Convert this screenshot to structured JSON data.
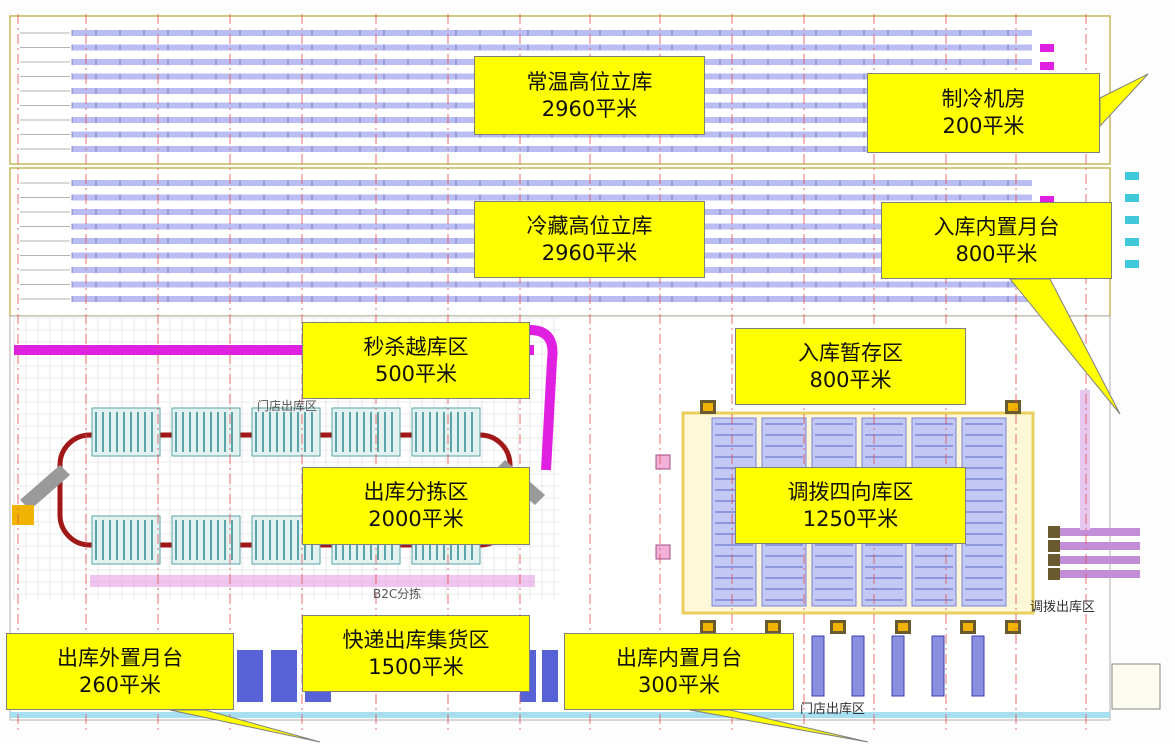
{
  "zones": [
    {
      "id": "ambient-high-bay",
      "name": "常温高位立库",
      "area": "2960平米"
    },
    {
      "id": "refrigeration-room",
      "name": "制冷机房",
      "area": "200平米"
    },
    {
      "id": "cold-high-bay",
      "name": "冷藏高位立库",
      "area": "2960平米"
    },
    {
      "id": "inbound-inner-dock",
      "name": "入库内置月台",
      "area": "800平米"
    },
    {
      "id": "flash-sale-crossdock",
      "name": "秒杀越库区",
      "area": "500平米"
    },
    {
      "id": "inbound-staging",
      "name": "入库暂存区",
      "area": "800平米"
    },
    {
      "id": "outbound-sorting",
      "name": "出库分拣区",
      "area": "2000平米"
    },
    {
      "id": "transfer-four-way",
      "name": "调拨四向库区",
      "area": "1250平米"
    },
    {
      "id": "outbound-outer-dock",
      "name": "出库外置月台",
      "area": "260平米"
    },
    {
      "id": "express-consolidation",
      "name": "快递出库集货区",
      "area": "1500平米"
    },
    {
      "id": "outbound-inner-dock",
      "name": "出库内置月台",
      "area": "300平米"
    }
  ],
  "plan_text": {
    "store_outbound_top": "门店出库区",
    "b2c_sorting": "B2C分拣",
    "transfer_outbound": "调拨出库区",
    "store_outbound_bottom": "门店出库区"
  },
  "colors": {
    "label_fill": "#ffff00",
    "rack_blue": "#7f86e6",
    "conveyor_magenta": "#e020e0",
    "sorter_red": "#a01818",
    "column_line_red": "#e05050",
    "pick_station_teal": "#5aa3a8"
  }
}
